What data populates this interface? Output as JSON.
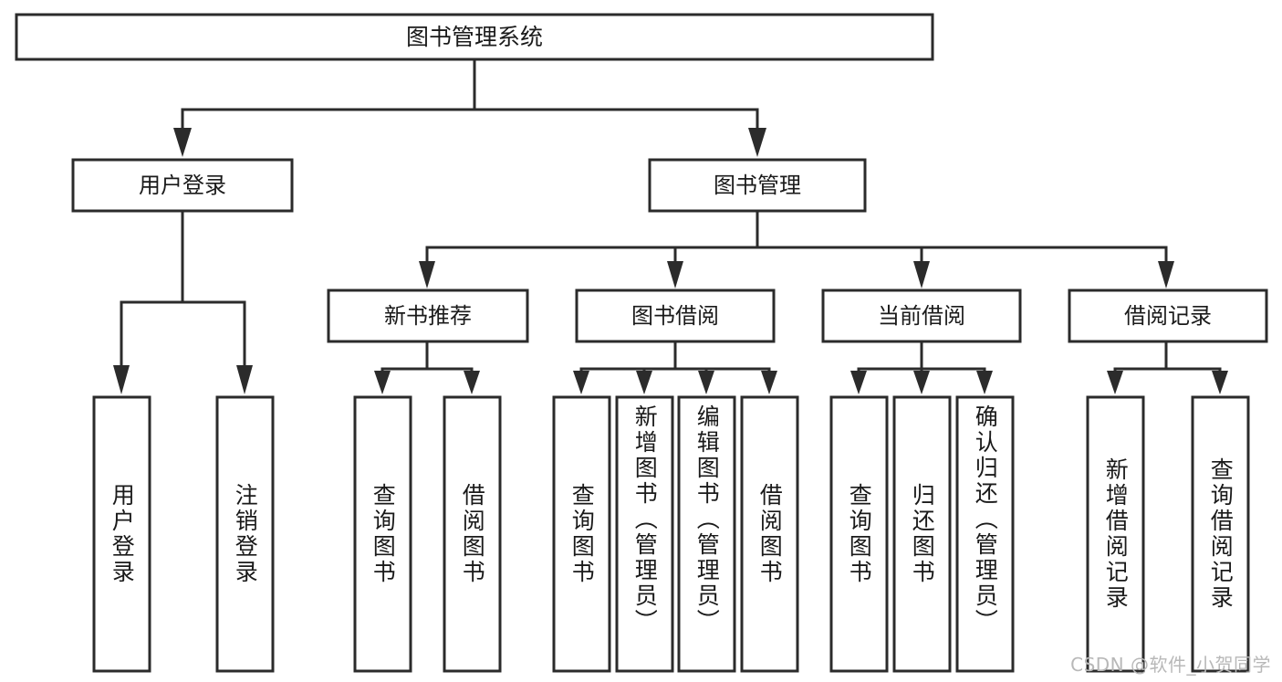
{
  "diagram": {
    "type": "tree-hierarchy",
    "title": "图书管理系统",
    "root": {
      "label": "图书管理系统",
      "id": "root"
    },
    "level2": [
      {
        "id": "user-login",
        "label": "用户登录"
      },
      {
        "id": "book-manage",
        "label": "图书管理"
      }
    ],
    "level3": [
      {
        "id": "new-book-recommend",
        "label": "新书推荐",
        "parent": "book-manage"
      },
      {
        "id": "book-borrow",
        "label": "图书借阅",
        "parent": "book-manage"
      },
      {
        "id": "current-borrow",
        "label": "当前借阅",
        "parent": "book-manage"
      },
      {
        "id": "borrow-record",
        "label": "借阅记录",
        "parent": "book-manage"
      }
    ],
    "leaves": [
      {
        "id": "leaf-user-login",
        "label": "用户登录",
        "parent": "user-login"
      },
      {
        "id": "leaf-logout",
        "label": "注销登录",
        "parent": "user-login"
      },
      {
        "id": "leaf-query-book-1",
        "label": "查询图书",
        "parent": "new-book-recommend"
      },
      {
        "id": "leaf-borrow-book-1",
        "label": "借阅图书",
        "parent": "new-book-recommend"
      },
      {
        "id": "leaf-query-book-2",
        "label": "查询图书",
        "parent": "book-borrow"
      },
      {
        "id": "leaf-add-book",
        "label": "新增图书（管理员）",
        "parent": "book-borrow"
      },
      {
        "id": "leaf-edit-book",
        "label": "编辑图书（管理员）",
        "parent": "book-borrow"
      },
      {
        "id": "leaf-borrow-book-2",
        "label": "借阅图书",
        "parent": "book-borrow"
      },
      {
        "id": "leaf-query-book-3",
        "label": "查询图书",
        "parent": "current-borrow"
      },
      {
        "id": "leaf-return-book",
        "label": "归还图书",
        "parent": "current-borrow"
      },
      {
        "id": "leaf-confirm-return",
        "label": "确认归还（管理员）",
        "parent": "current-borrow"
      },
      {
        "id": "leaf-add-record",
        "label": "新增借阅记录",
        "parent": "borrow-record"
      },
      {
        "id": "leaf-query-record",
        "label": "查询借阅记录",
        "parent": "borrow-record"
      }
    ],
    "colors": {
      "stroke": "#2b2b2b",
      "box_fill": "#ffffff",
      "text": "#1a1a1a",
      "background": "#ffffff",
      "watermark": "#b8b8b8"
    }
  },
  "watermark": {
    "text": "CSDN @软件_小贺同学"
  }
}
